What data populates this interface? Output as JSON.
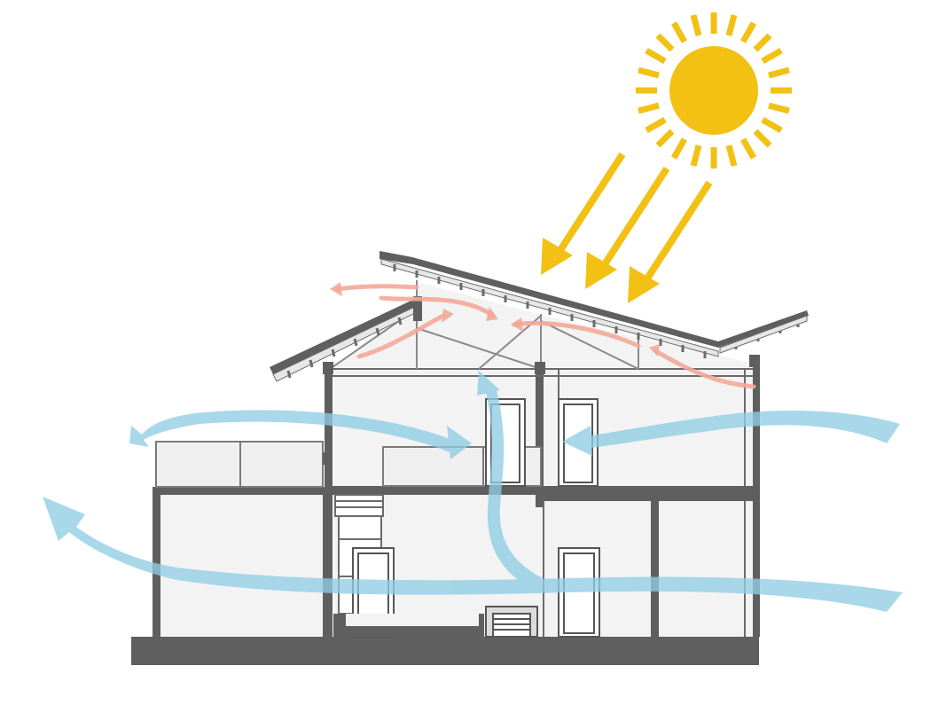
{
  "diagram": {
    "type": "building-section-passive-ventilation",
    "elements": [
      "sun",
      "solar-rays",
      "roof-hot-air-flows",
      "cross-ventilation-airflows",
      "house-section"
    ],
    "colors": {
      "sun": "#f2c114",
      "ray_arrows": "#f2c114",
      "hot_air": "#f3a99a",
      "cool_air": "#8fcde4",
      "structure": "#5f5f5f",
      "wall_fill": "#f3f3f3",
      "line": "#6b6b6b"
    }
  }
}
